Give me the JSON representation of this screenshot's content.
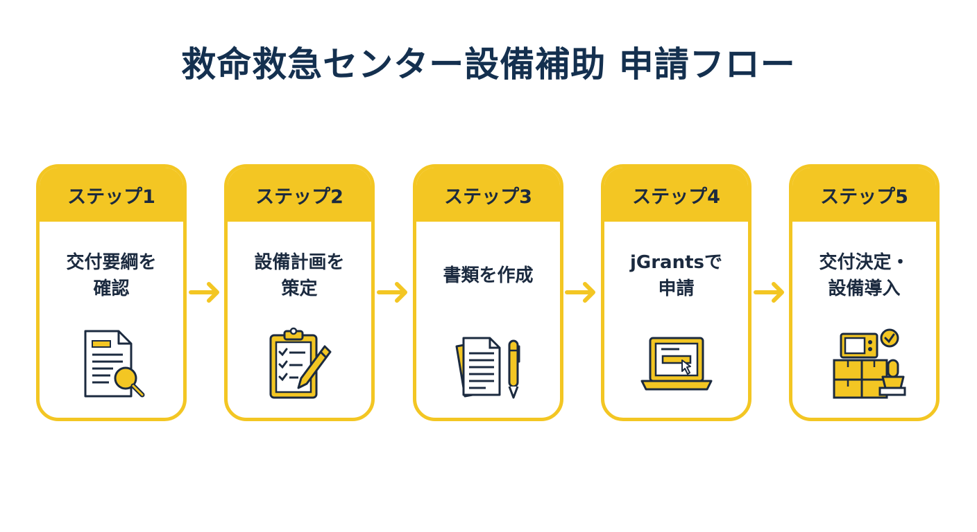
{
  "title": "救命救急センター設備補助 申請フロー",
  "colors": {
    "accent": "#f3c623",
    "ink": "#1b2a3f",
    "title": "#14304f"
  },
  "steps": [
    {
      "label": "ステップ1",
      "text": "交付要綱を\n確認",
      "icon": "document-magnifier-icon"
    },
    {
      "label": "ステップ2",
      "text": "設備計画を\n策定",
      "icon": "clipboard-pencil-icon"
    },
    {
      "label": "ステップ3",
      "text": "書類を作成",
      "icon": "papers-pen-icon"
    },
    {
      "label": "ステップ4",
      "text": "jGrantsで\n申請",
      "icon": "laptop-cursor-icon"
    },
    {
      "label": "ステップ5",
      "text": "交付決定・\n設備導入",
      "icon": "equipment-stamp-icon"
    }
  ]
}
